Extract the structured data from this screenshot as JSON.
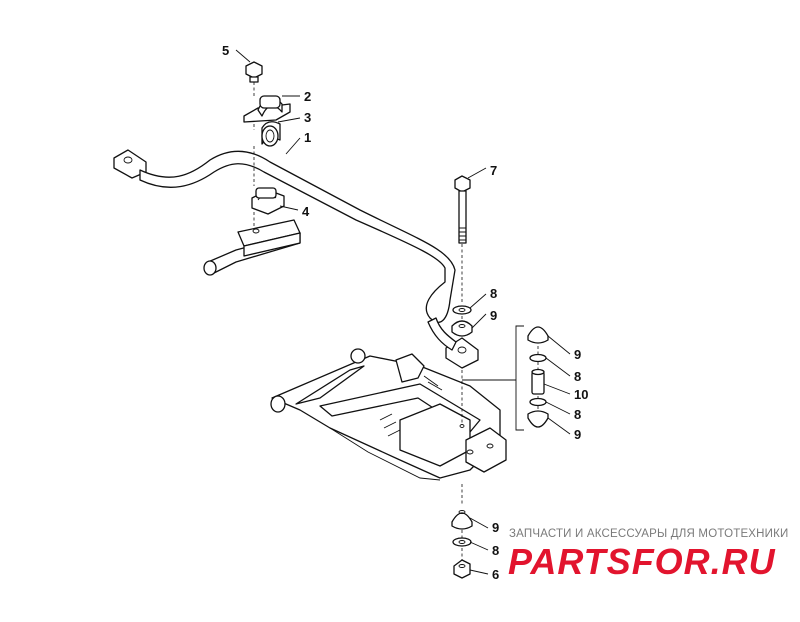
{
  "callouts": {
    "c1": "1",
    "c2": "2",
    "c3": "3",
    "c4": "4",
    "c5": "5",
    "c6": "6",
    "c7": "7",
    "c8a": "8",
    "c9a": "9",
    "c9b": "9",
    "c8b": "8",
    "c10": "10",
    "c8c": "8",
    "c9c": "9",
    "c9d": "9",
    "c8d": "8"
  },
  "watermark": {
    "text": "ЗАПЧАСТИ И АКСЕССУАРЫ ДЛЯ МОТОТЕХНИКИ",
    "logo": "PARTSFOR.RU"
  }
}
